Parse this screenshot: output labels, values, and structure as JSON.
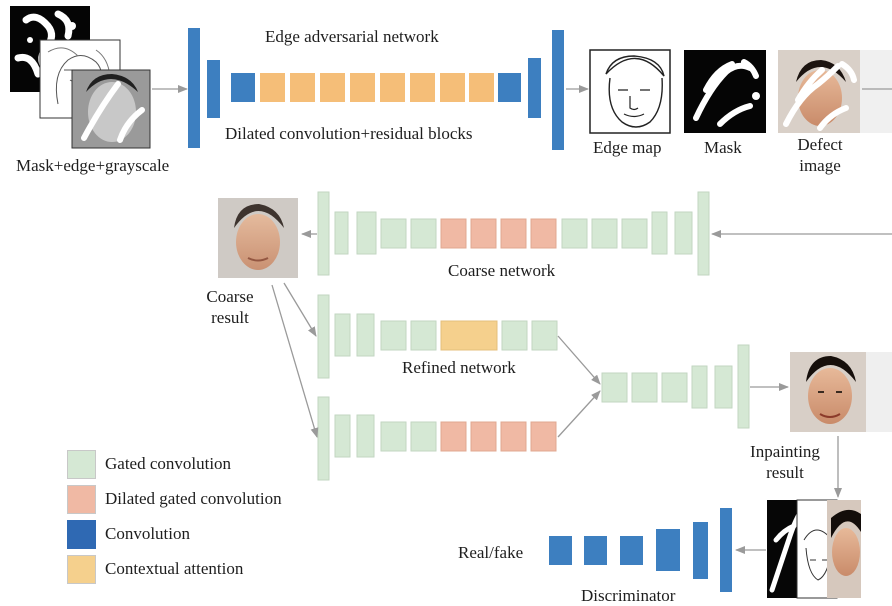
{
  "labels": {
    "edge_network": "Edge adversarial network",
    "dilated_blocks": "Dilated convolution+residual blocks",
    "inputs": "Mask+edge+grayscale",
    "edge_map": "Edge map",
    "mask": "Mask",
    "defect_line1": "Defect",
    "defect_line2": "image",
    "coarse_network": "Coarse network",
    "coarse_result_line1": "Coarse",
    "coarse_result_line2": "result",
    "refined_network": "Refined network",
    "inpainting_line1": "Inpainting",
    "inpainting_line2": "result",
    "real_fake": "Real/fake",
    "discriminator": "Discriminator"
  },
  "legend": [
    {
      "label": "Gated convolution",
      "color": "#d5e8d4"
    },
    {
      "label": "Dilated gated convolution",
      "color": "#f0b9a4"
    },
    {
      "label": "Convolution",
      "color": "#2f69b3"
    },
    {
      "label": "Contextual attention",
      "color": "#f5d08d"
    }
  ],
  "colors": {
    "convolution": "#3d7fc0",
    "residual": "#f5be78",
    "gated": "#d5e8d4",
    "dilated_gated": "#f0b9a4",
    "contextual": "#f5d08d",
    "arrow": "#999999"
  }
}
